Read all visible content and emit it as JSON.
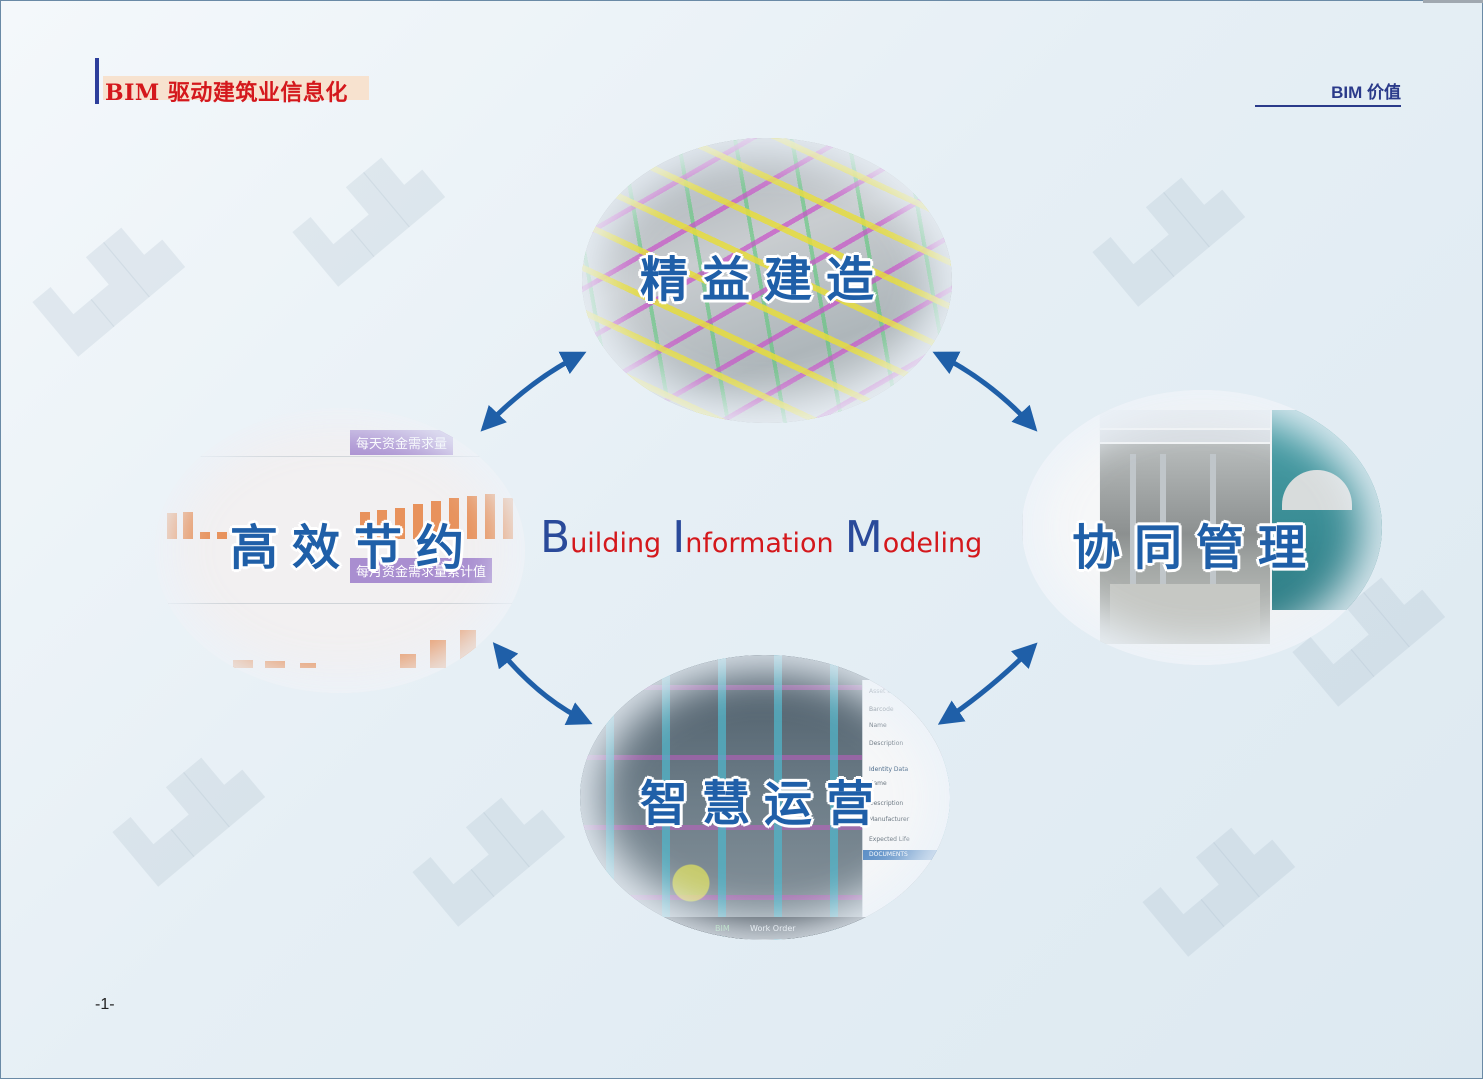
{
  "header": {
    "left_title": "BIM 驱动建筑业信息化",
    "right_title": "BIM 价值"
  },
  "center": {
    "building_initial": "B",
    "building_rest": "uilding",
    "information_initial": "I",
    "information_rest": "nformation",
    "modeling_initial": "M",
    "modeling_rest": "odeling"
  },
  "pillars": {
    "top": "精益建造",
    "left": "高效节约",
    "right": "协同管理",
    "bottom": "智慧运营"
  },
  "left_image": {
    "chart_title_1": "每天资金需求量",
    "chart_title_2": "每月资金需求量累计值"
  },
  "bottom_image": {
    "tabs": [
      "BIM",
      "Work Order"
    ],
    "side_labels": [
      "Asset Info",
      "Barcode",
      "Name",
      "Description",
      "Identity Data",
      "Name",
      "Description",
      "Manufacturer",
      "Expected Life",
      "DOCUMENTS"
    ]
  },
  "footer": {
    "page_number": "-1-"
  },
  "colors": {
    "accent_red": "#d4181c",
    "accent_blue": "#2a3a8a",
    "arrow_blue": "#1f5fa8"
  }
}
